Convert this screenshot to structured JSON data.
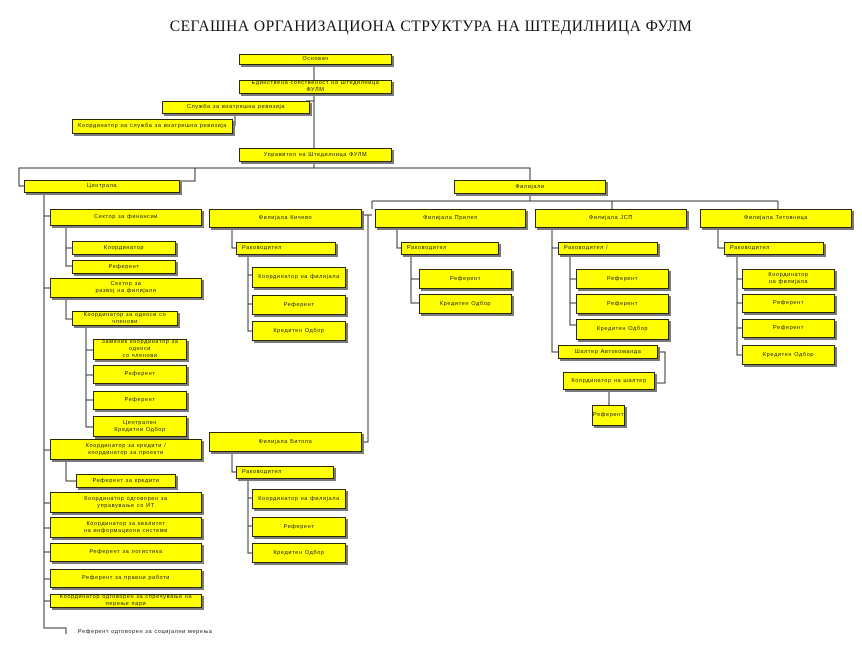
{
  "title": "СЕГАШНА ОРГАНИЗАЦИОНА СТРУКТУРА НА ШТЕДИЛНИЦА ФУЛМ",
  "colors": {
    "box_fill": "#ffff00",
    "box_border": "#2a2a00",
    "shadow": "#7a7a7a",
    "line": "#333333"
  },
  "nodes": {
    "osnovach": "Основач",
    "edinstvena": "Единствена сопственост на Штедилница ФУЛМ",
    "sluzba_revizija": "Служба за внатрешна ревизија",
    "koord_revizija": "Координатор на служба за внатрешна ревизија",
    "upravitel": "Управител на Штедилница ФУЛМ",
    "centrala": "Централа",
    "filijali": "Филијали",
    "sektor_finansii": "Сектор за финансии",
    "koordinator1": "Координатор",
    "referent1": "Референт",
    "sektor_razvoj": "Сектор за\nразвој на филијали",
    "koord_odnosi": "Координатор за односи со членови",
    "zamenik_koord": "Заменик координатор за односи\nсо членови",
    "referent2": "Референт",
    "referent3": "Референт",
    "centralen_kreditni": "Централен\nКредитни Одбор",
    "koord_krediti": "Координатор за кредити /\nкоординатор за проекти",
    "referent_krediti": "Референт за кредити",
    "koord_it": "Координатор одговорен за\nуправување со ИТ",
    "koord_kvalitet": "Координатор за квалитет\nна информациони системи",
    "referent_logistika": "Референт за логистика",
    "referent_pravni": "Референт за правни работи",
    "koord_sprecuvanje": "Координатор одговорен за спречување на перење пари",
    "referent_socijalni": "Референт одговорен за социјални мерења",
    "fil_kumanovo": "Филијала Кичево",
    "rak_kumanovo": "Раководител",
    "koord_fil_kumanovo": "Координатор на филијала",
    "ref_kumanovo": "Референт",
    "kred_kumanovo": "Кредитен Одбор",
    "fil_bitola": "Филијала Битола",
    "rak_bitola": "Раководител",
    "koord_fil_bitola": "Координатор на филијала",
    "ref_bitola": "Референт",
    "kred_bitola": "Кредитен Одбор",
    "fil_prilep": "Филијала Прилеп",
    "rak_prilep": "Раководител",
    "ref_prilep": "Референт",
    "kred_prilep": "Кредитен Одбор",
    "fil_skopje": "Филијала ЈСП",
    "rak_skopje": "Раководител /",
    "ref_sk1": "Референт",
    "ref_sk2": "Референт",
    "kred_skopje": "Кредитен Одбор",
    "salter": "Шалтер Автокоманда",
    "koord_salter": "Координатор на шалтер",
    "ref_salter": "Референт",
    "fil_tetovo": "Филијала Тетовница",
    "rak_tetovo": "Раководител",
    "koord_fil_tetovo": "Координатор\nна филијала",
    "ref_tet1": "Референт",
    "ref_tet2": "Референт",
    "kred_tetovo": "Кредитен Одбор"
  }
}
